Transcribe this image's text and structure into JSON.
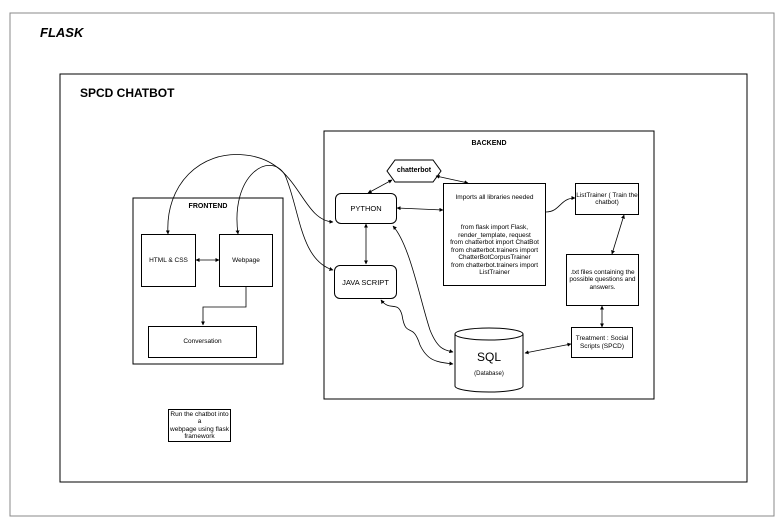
{
  "outer_title": "FLASK",
  "chatbot_title": "SPCD CHATBOT",
  "frontend": {
    "title": "FRONTEND",
    "html_css": "HTML & CSS",
    "webpage": "Webpage",
    "conversation": "Conversation"
  },
  "backend": {
    "title": "BACKEND",
    "chatterbot": "chatterbot",
    "python": "PYTHON",
    "javascript": "JAVA SCRIPT",
    "imports_title": "Imports all libraries needed",
    "imports_code": "from flask import Flask,\nrender_template, request\nfrom chatterbot import ChatBot\nfrom chatterbot.trainers import\nChatterBotCorpusTrainer\nfrom chatterbot.trainers import\nListTrainer",
    "list_trainer": "ListTrainer ( Train the\nchatbot)",
    "txt_files": ".txt files containing the\npossible questions and\nanswers.",
    "treatment": "Treatment : Social\nScripts (SPCD)",
    "sql": "SQL",
    "database": "(Database)"
  },
  "note": "Run the chatbot into a\nwebpage using flask\nframework"
}
